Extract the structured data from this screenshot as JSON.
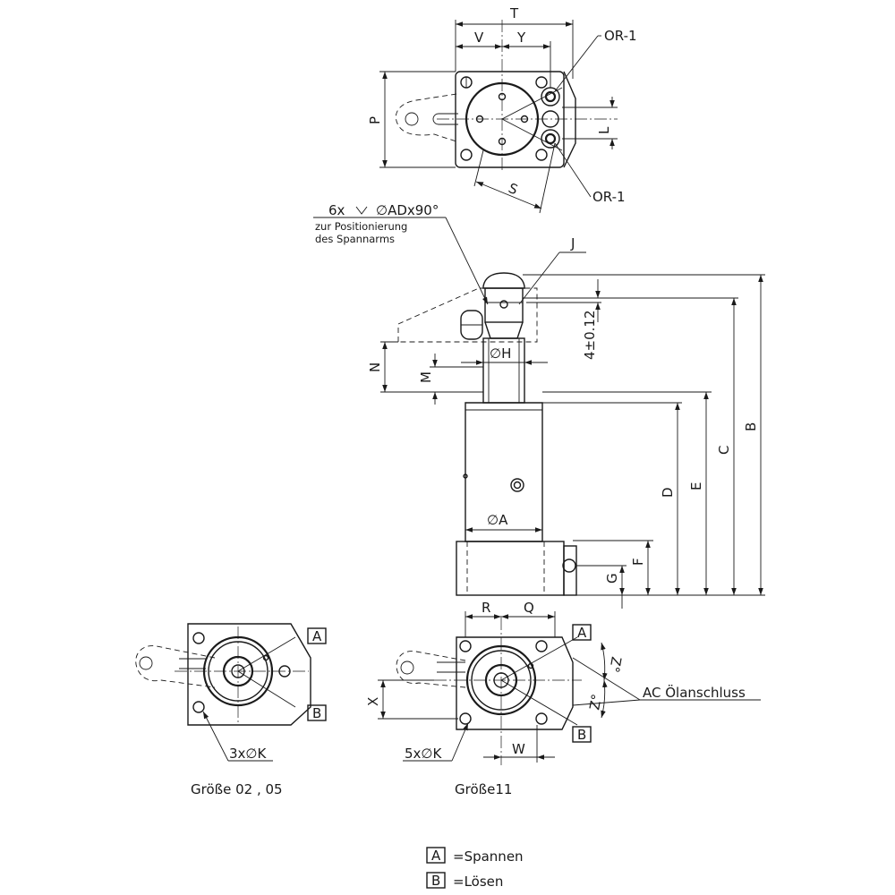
{
  "dims": {
    "T": "T",
    "V": "V",
    "Y": "Y",
    "P": "P",
    "S": "S",
    "L": "L",
    "OR1_top": "OR-1",
    "OR1_bottom": "OR-1",
    "J": "J",
    "H": "∅H",
    "N": "N",
    "M": "M",
    "tol": "4±0.12",
    "A": "∅A",
    "B": "B",
    "C": "C",
    "D": "D",
    "E": "E",
    "F": "F",
    "G": "G",
    "R": "R",
    "Q": "Q",
    "X": "X",
    "W": "W",
    "Z1": "Z°",
    "Z2": "Z°"
  },
  "notes": {
    "adx_prefix": "6x",
    "adx_main": "∅ADx90°",
    "positioning_1": "zur Positionierung",
    "positioning_2": "des Spannarms",
    "k_small": "3x∅K",
    "k_large": "5x∅K",
    "oil_port": "AC Ölanschluss"
  },
  "boxes": {
    "A": "A",
    "B": "B"
  },
  "captions": {
    "size_small": "Größe 02 , 05",
    "size_large": "Größe11"
  },
  "legend": {
    "A_key": "A",
    "A_text": "=Spannen",
    "B_key": "B",
    "B_text": "=Lösen"
  }
}
